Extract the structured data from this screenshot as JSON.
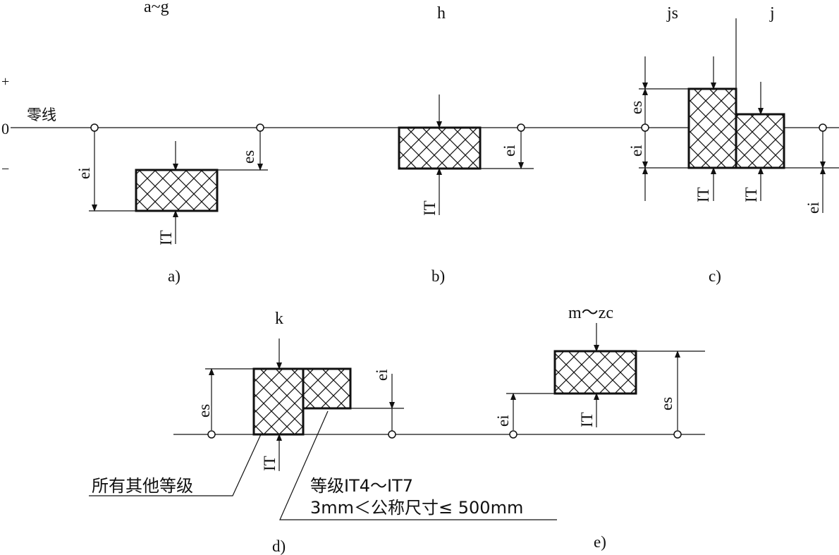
{
  "zero_line_label": "零线",
  "sign_plus": "+",
  "sign_zero": "0",
  "sign_minus": "−",
  "labels": {
    "es": "es",
    "ei": "ei",
    "it": "IT"
  },
  "groups": {
    "a": {
      "title": "a~g",
      "caption": "a)"
    },
    "b": {
      "title": "h",
      "caption": "b)"
    },
    "c": {
      "title_js": "js",
      "title_j": "j",
      "caption": "c)"
    },
    "d": {
      "title": "k",
      "caption": "d)"
    },
    "e": {
      "title": "m～zc",
      "caption": "e)"
    }
  },
  "notes": {
    "all_other_grades": "所有其他等级",
    "grade_range": "等级IT4～IT7",
    "size_range": "3mm＜公称尺寸≤ 500mm"
  }
}
